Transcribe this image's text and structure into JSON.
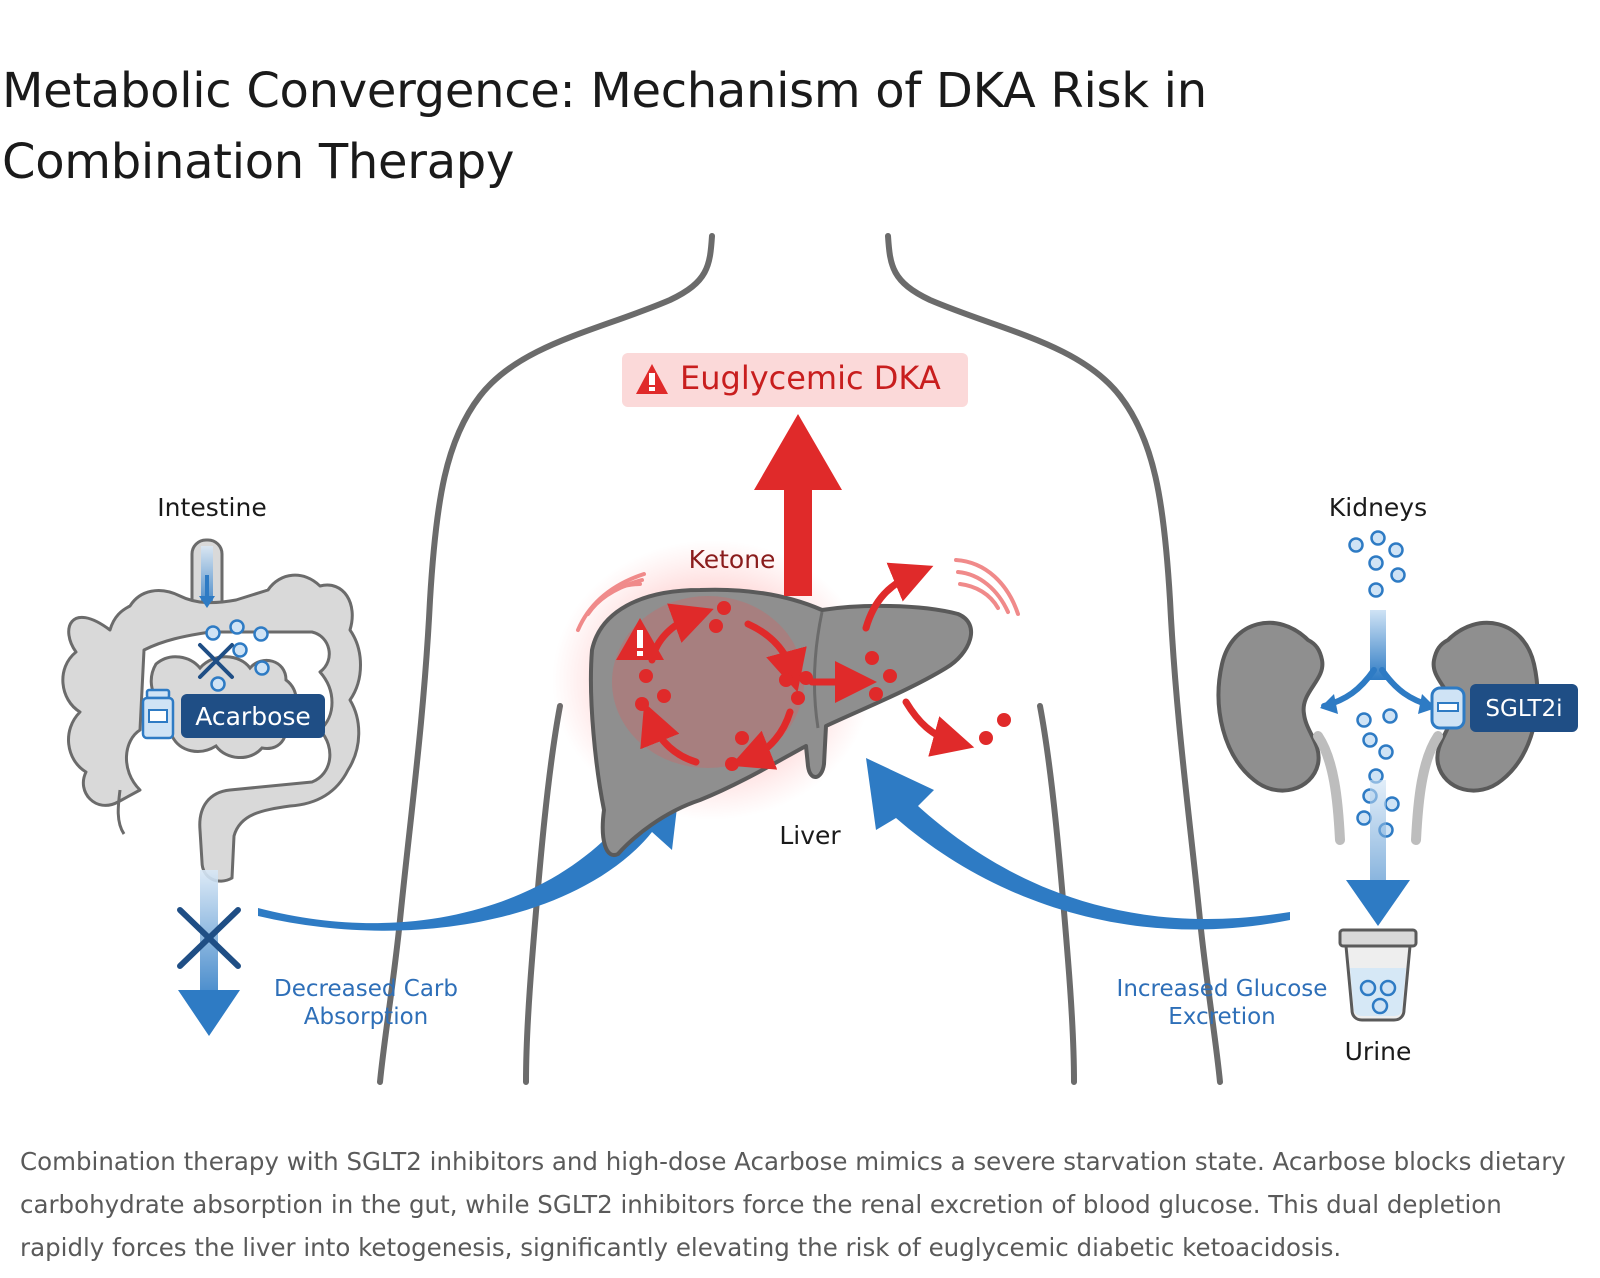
{
  "title": "Metabolic Convergence: Mechanism of DKA Risk in Combination Therapy",
  "diagram": {
    "alert": "Euglycemic DKA",
    "ketone": "Ketone",
    "liver": "Liver",
    "intestine": "Intestine",
    "acarbose": "Acarbose",
    "kidneys": "Kidneys",
    "sglt2i": "SGLT2i",
    "urine": "Urine",
    "carb_line1": "Decreased Carb",
    "carb_line2": "Absorption",
    "glucose_line1": "Increased Glucose",
    "glucose_line2": "Excretion"
  },
  "colors": {
    "body_outline": "#6b6b6b",
    "organ_gray": "#8f8f8f",
    "intestine_gray": "#d9d9d9",
    "blue": "#2e7bc4",
    "navy": "#1f4e85",
    "red": "#e02a2a",
    "alert_bg": "#fbd9d9"
  },
  "caption": "Combination therapy with SGLT2 inhibitors and high-dose Acarbose mimics a severe starvation state. Acarbose blocks dietary carbohydrate absorption in the gut, while SGLT2 inhibitors force the renal excretion of blood glucose. This dual depletion rapidly forces the liver into ketogenesis, significantly elevating the risk of euglycemic diabetic ketoacidosis."
}
